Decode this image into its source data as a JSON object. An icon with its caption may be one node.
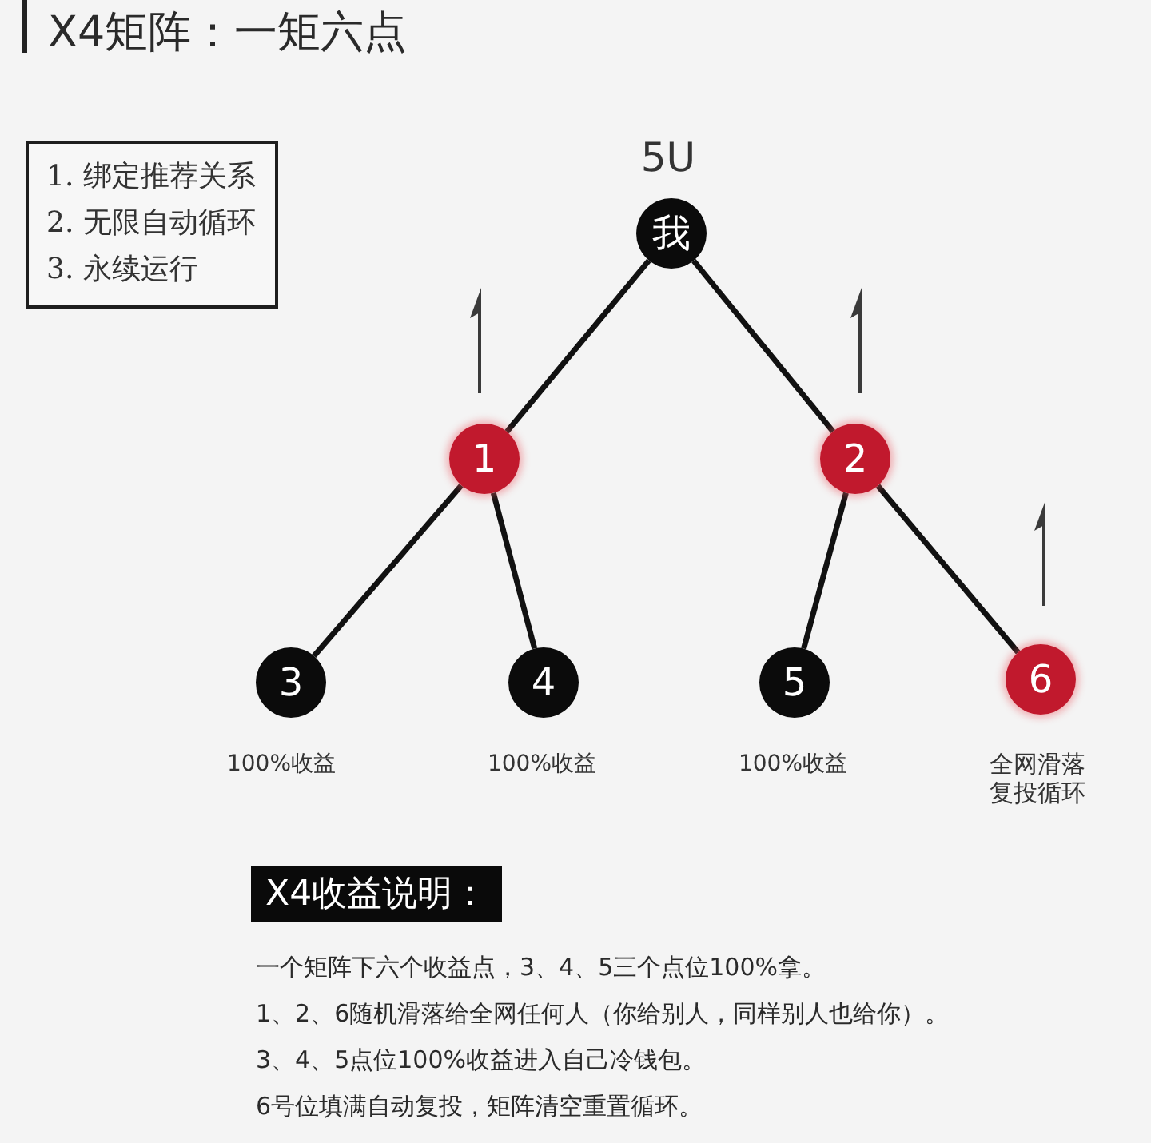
{
  "diagram": {
    "title": "X4矩阵：一矩六点",
    "nodes": [
      {
        "text": [
          "1. 绑定推荐关系",
          "2. 无限自动循环",
          "3. 永续运行"
        ]
      },
      {
        "text": [
          "我"
        ],
        "beside": [
          "5U"
        ]
      },
      {
        "text": [
          "1"
        ]
      },
      {
        "text": [
          "2"
        ]
      },
      {
        "text": [
          "3"
        ],
        "beside": [
          "100%收益"
        ]
      },
      {
        "text": [
          "4"
        ],
        "beside": [
          "100%收益"
        ]
      },
      {
        "text": [
          "5"
        ],
        "beside": [
          "100%收益"
        ]
      },
      {
        "text": [
          "6"
        ],
        "beside": [
          "全网滑落复投循环"
        ]
      },
      {
        "text": [
          "X4收益说明："
        ]
      }
    ],
    "edges": [
      {
        "from": 1,
        "to": 2,
        "arrow": "none"
      },
      {
        "from": 1,
        "to": 3,
        "arrow": "none"
      },
      {
        "from": 2,
        "to": 4,
        "arrow": "none"
      },
      {
        "from": 2,
        "to": 5,
        "arrow": "none"
      },
      {
        "from": 3,
        "to": 6,
        "arrow": "none"
      },
      {
        "from": 3,
        "to": 7,
        "arrow": "none"
      }
    ],
    "labels": [
      "一个矩阵下六个收益点，3、4、5三个点位100%拿。",
      "1、2、6随机滑落给全网任何人（你给别人，同样别人也给你）。",
      "3、4、5点位100%收益进入自己冷钱包。",
      "6号位填满自动复投，矩阵清空重置循环。"
    ]
  }
}
